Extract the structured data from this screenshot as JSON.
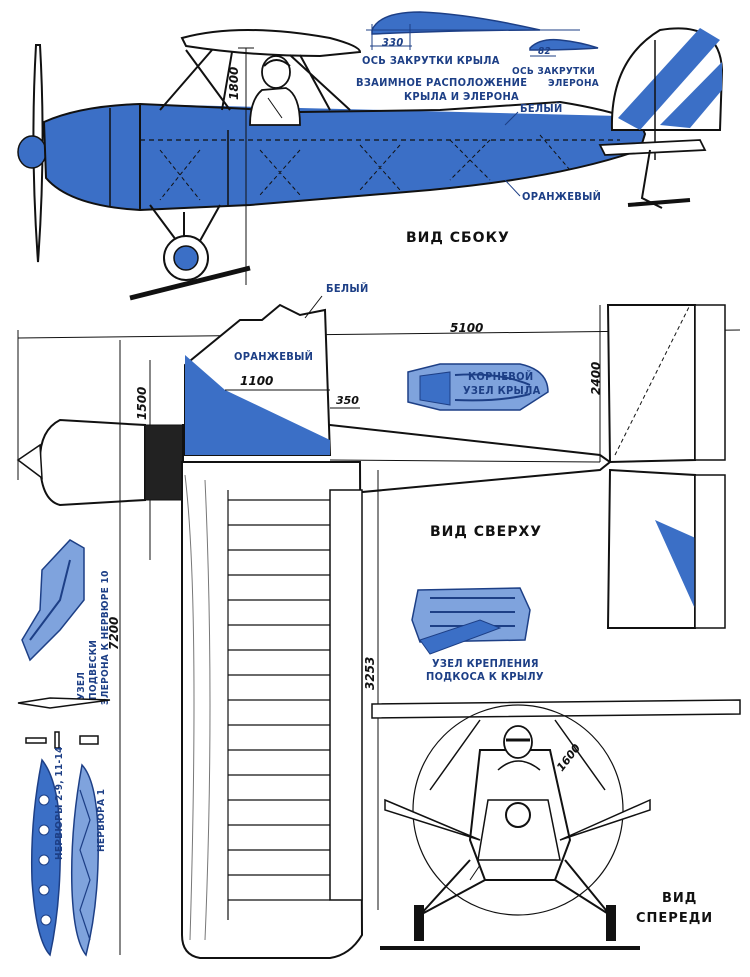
{
  "views": {
    "side": "ВИД СБОКУ",
    "top": "ВИД СВЕРХУ",
    "front_line1": "ВИД",
    "front_line2": "СПЕРЕДИ"
  },
  "labels": {
    "wing_twist_axis": "ОСЬ ЗАКРУТКИ КРЫЛА",
    "aileron_twist_axis_1": "ОСЬ ЗАКРУТКИ",
    "aileron_twist_axis_2": "ЭЛЕРОНА",
    "relative_position_1": "ВЗАИМНОЕ РАСПОЛОЖЕНИЕ",
    "relative_position_2": "КРЫЛА И ЭЛЕРОНА",
    "white_side": "БЕЛЫЙ",
    "orange_side": "ОРАНЖЕВЫЙ",
    "white_top": "БЕЛЫЙ",
    "orange_top": "ОРАНЖЕВЫЙ",
    "root_node_1": "КОРНЕВОЙ",
    "root_node_2": "УЗЕЛ КРЫЛА",
    "strut_node_1": "УЗЕЛ КРЕПЛЕНИЯ",
    "strut_node_2": "ПОДКОСА К КРЫЛУ",
    "aileron_hinge_1": "УЗЕЛ",
    "aileron_hinge_2": "ПОДВЕСКИ",
    "aileron_hinge_3": "ЭЛЕРОНА К НЕРВЮРЕ 10",
    "ribs_a": "НЕРВЮРЫ 2-9, 11-14",
    "ribs_b": "НЕРВЮРА 1"
  },
  "dimensions": {
    "d330": "330",
    "d82": "82",
    "d1800": "1800",
    "d5100": "5100",
    "d1100": "1100",
    "d350": "350",
    "d1500": "1500",
    "d2400": "2400",
    "d3253": "3253",
    "d7200": "7200",
    "d1600": "1600"
  },
  "colors": {
    "ink": "#111111",
    "orange_paint": "#3b6fc6",
    "white_paint": "#ffffff"
  }
}
